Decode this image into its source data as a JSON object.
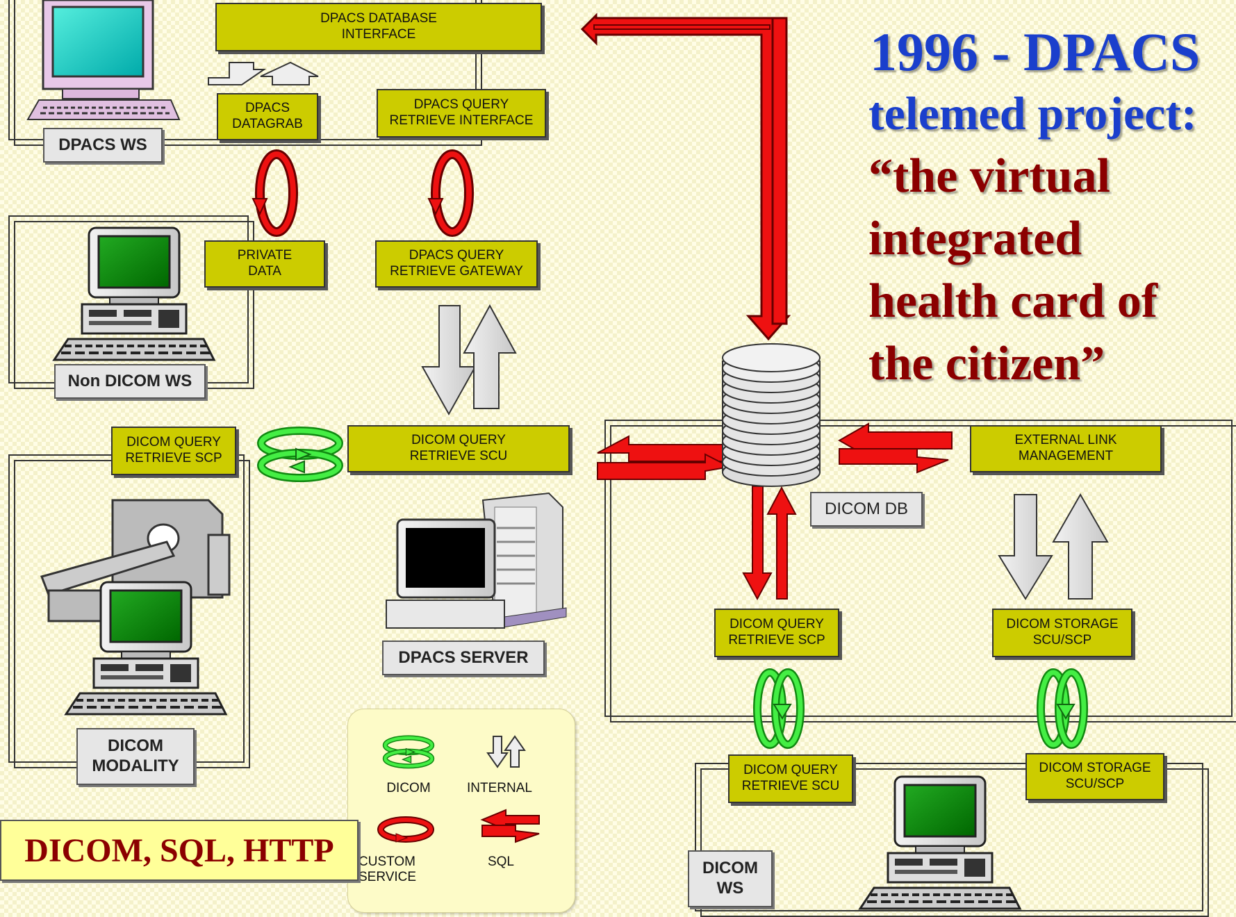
{
  "title": {
    "line1": "1996 - DPACS",
    "line2": "telemed project:",
    "quote_lines": [
      "“the virtual",
      "integrated",
      "health card of",
      "the citizen”"
    ],
    "colors": {
      "heading": "#1a3fcc",
      "quote": "#8b0000"
    }
  },
  "boxes": {
    "dpacs_db_interface": "DPACS DATABASE\nINTERFACE",
    "dpacs_datagrab": "DPACS\nDATAGRAB",
    "dpacs_qr_interface": "DPACS QUERY\nRETRIEVE INTERFACE",
    "private_data": "PRIVATE\nDATA",
    "dpacs_qr_gateway": "DPACS QUERY\nRETRIEVE GATEWAY",
    "dicom_qr_scp_left": "DICOM QUERY\nRETRIEVE SCP",
    "dicom_qr_scu_center": "DICOM QUERY\nRETRIEVE SCU",
    "external_link": "EXTERNAL LINK\nMANAGEMENT",
    "dicom_qr_scp_right": "DICOM QUERY\nRETRIEVE SCP",
    "dicom_storage_top": "DICOM STORAGE\nSCU/SCP",
    "dicom_qr_scu_bottom": "DICOM QUERY\nRETRIEVE SCU",
    "dicom_storage_bottom": "DICOM STORAGE\nSCU/SCP"
  },
  "labels": {
    "dpacs_ws": "DPACS WS",
    "non_dicom_ws": "Non DICOM WS",
    "dicom_modality": "DICOM\nMODALITY",
    "dpacs_server": "DPACS SERVER",
    "dicom_db": "DICOM DB",
    "dicom_ws": "DICOM\nWS"
  },
  "legend": {
    "dicom": "DICOM",
    "internal": "INTERNAL",
    "custom_service": "CUSTOM\nSERVICE",
    "sql": "SQL"
  },
  "protocols": "DICOM, SQL, HTTP",
  "colors": {
    "box_fill": "#cccc00",
    "sql_arrow": "#ee1111",
    "dicom_ring": "#33cc33",
    "custom_ring": "#dd1111",
    "internal_arrow": "#e0e0e0"
  }
}
